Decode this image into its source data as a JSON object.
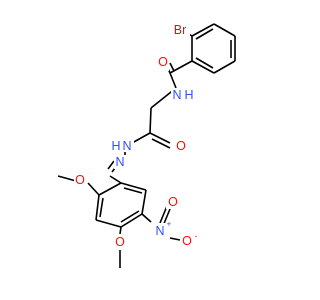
{
  "molecule": {
    "colors": {
      "bond": "#000000",
      "carbon": "#000000",
      "oxygen": "#ff0d0d",
      "nitrogen": "#3050f8",
      "bromine": "#a62929",
      "background": "#ffffff"
    },
    "labels": {
      "br": "Br",
      "amide_o": "O",
      "amide_n": "N",
      "amide_h": "H",
      "hydrazide_o": "O",
      "hydrazide_n": "N",
      "hydrazide_h": "H",
      "imine_n": "N",
      "methoxy_top_o": "O",
      "methoxy_bottom_o": "O",
      "nitro_n": "N",
      "nitro_plus": "+",
      "nitro_o_top": "O",
      "nitro_o_right": "O",
      "nitro_minus": "-"
    }
  }
}
